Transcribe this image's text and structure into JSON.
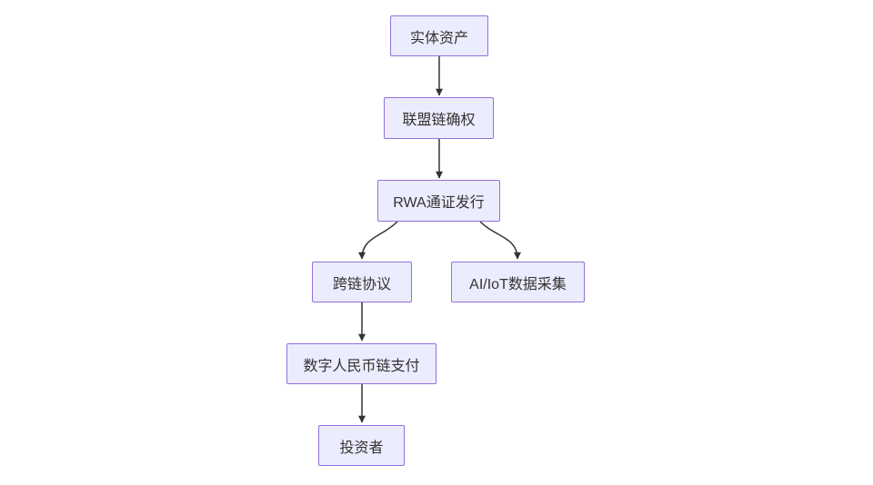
{
  "diagram": {
    "type": "flowchart",
    "direction": "top-down",
    "background_color": "#ffffff",
    "node_fill_color": "#ECECFF",
    "node_border_color": "#9370DB",
    "edge_color": "#333333",
    "text_color": "#333333",
    "nodes": [
      {
        "id": "physical-assets",
        "label": "实体资产"
      },
      {
        "id": "consortium-chain-confirm",
        "label": "联盟链确权"
      },
      {
        "id": "rwa-token-issuance",
        "label": "RWA通证发行"
      },
      {
        "id": "cross-chain-protocol",
        "label": "跨链协议"
      },
      {
        "id": "ai-iot-data-collection",
        "label": "AI/IoT数据采集"
      },
      {
        "id": "digital-rmb-chain-payment",
        "label": "数字人民币链支付"
      },
      {
        "id": "investors",
        "label": "投资者"
      }
    ],
    "edges": [
      {
        "from": "physical-assets",
        "to": "consortium-chain-confirm"
      },
      {
        "from": "consortium-chain-confirm",
        "to": "rwa-token-issuance"
      },
      {
        "from": "rwa-token-issuance",
        "to": "cross-chain-protocol"
      },
      {
        "from": "rwa-token-issuance",
        "to": "ai-iot-data-collection"
      },
      {
        "from": "cross-chain-protocol",
        "to": "digital-rmb-chain-payment"
      },
      {
        "from": "digital-rmb-chain-payment",
        "to": "investors"
      }
    ]
  }
}
